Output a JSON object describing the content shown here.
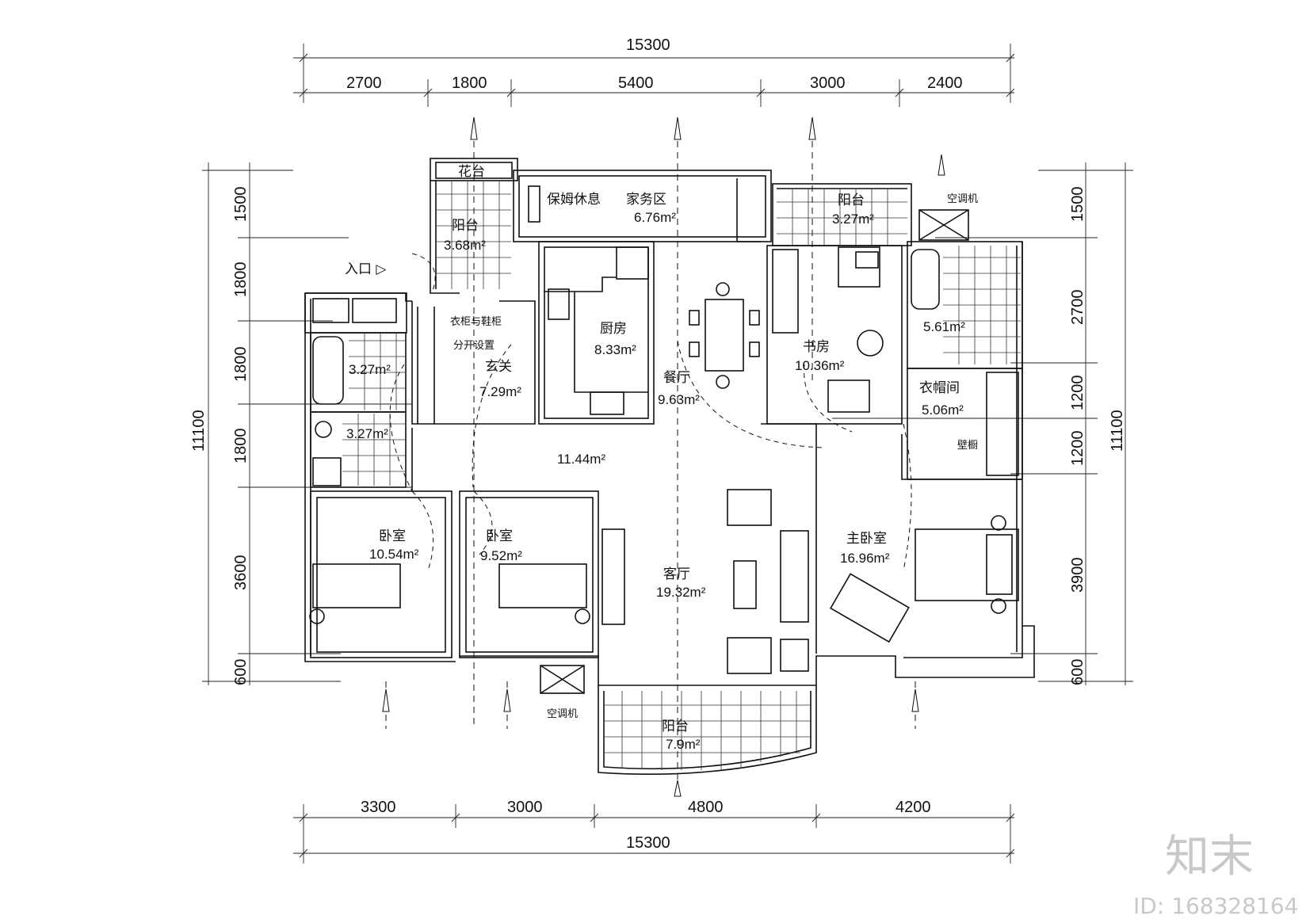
{
  "dimensions": {
    "top_total": "15300",
    "top_segments": [
      "2700",
      "1800",
      "5400",
      "3000",
      "2400"
    ],
    "bottom_total": "15300",
    "bottom_segments": [
      "3300",
      "3000",
      "4800",
      "4200"
    ],
    "left_total": "11100",
    "left_segments": [
      "1500",
      "1800",
      "1800",
      "1800",
      "3600",
      "600"
    ],
    "right_total": "11100",
    "right_segments": [
      "1500",
      "2700",
      "1200",
      "1200",
      "3900",
      "600"
    ]
  },
  "rooms": {
    "flower_bed": {
      "label": "花台"
    },
    "balcony_nw": {
      "label": "阳台",
      "area": "3.68m²"
    },
    "nanny": {
      "label": "保姆休息"
    },
    "chores": {
      "label": "家务区",
      "area": "6.76m²"
    },
    "balcony_ne": {
      "label": "阳台",
      "area": "3.27m²"
    },
    "ac_ne": {
      "label": "空调机"
    },
    "entrance": {
      "label": "入口 ▷"
    },
    "wardrobe_note": {
      "line1": "衣柜与鞋柜",
      "line2": "分开设置"
    },
    "bath_upper": {
      "area": "3.27m²"
    },
    "bath_lower": {
      "area": "3.27m²"
    },
    "foyer": {
      "label": "玄关",
      "area": "7.29m²"
    },
    "kitchen": {
      "label": "厨房",
      "area": "8.33m²"
    },
    "dining": {
      "label": "餐厅",
      "area": "9.63m²"
    },
    "study": {
      "label": "书房",
      "area": "10.36m²"
    },
    "master_bath": {
      "area": "5.61m²"
    },
    "closet": {
      "label": "衣帽间",
      "area": "5.06m²"
    },
    "wall_cabinet": {
      "label": "壁橱"
    },
    "corridor": {
      "area": "11.44m²"
    },
    "bedroom_1": {
      "label": "卧室",
      "area": "10.54m²"
    },
    "bedroom_2": {
      "label": "卧室",
      "area": "9.52m²"
    },
    "living": {
      "label": "客厅",
      "area": "19.32m²"
    },
    "master_bedroom": {
      "label": "主卧室",
      "area": "16.96m²"
    },
    "ac_s": {
      "label": "空调机"
    },
    "balcony_s": {
      "label": "阳台",
      "area": "7.9m²"
    }
  },
  "watermark": {
    "logo": "知末",
    "id": "ID: 168328164"
  }
}
